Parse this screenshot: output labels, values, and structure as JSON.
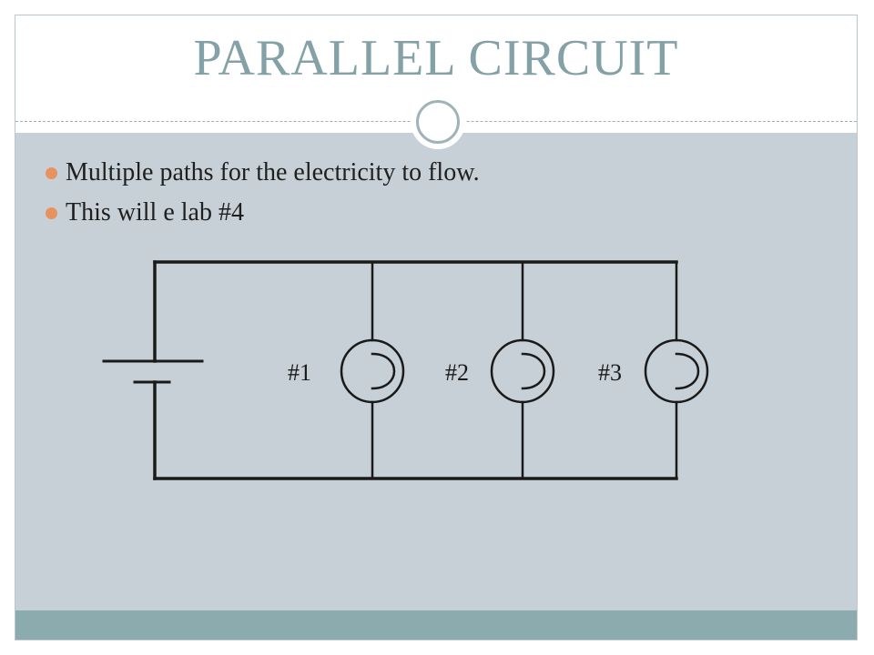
{
  "slide": {
    "title": "PARALLEL CIRCUIT",
    "bullets": [
      "Multiple paths for the electricity to flow.",
      "This will e lab #4"
    ]
  },
  "diagram": {
    "component_labels": [
      "#1",
      "#2",
      "#3"
    ],
    "components": [
      "battery",
      "bulb",
      "bulb",
      "bulb"
    ]
  },
  "colors": {
    "title": "#84a1a8",
    "content_background": "#c6d0d6",
    "footer_band": "#8cabae",
    "bullet": "#e8935f",
    "wire": "#1a1a1a"
  },
  "icons": {
    "ornament": "circle-ornament-icon",
    "bullet": "bullet-dot-icon"
  }
}
